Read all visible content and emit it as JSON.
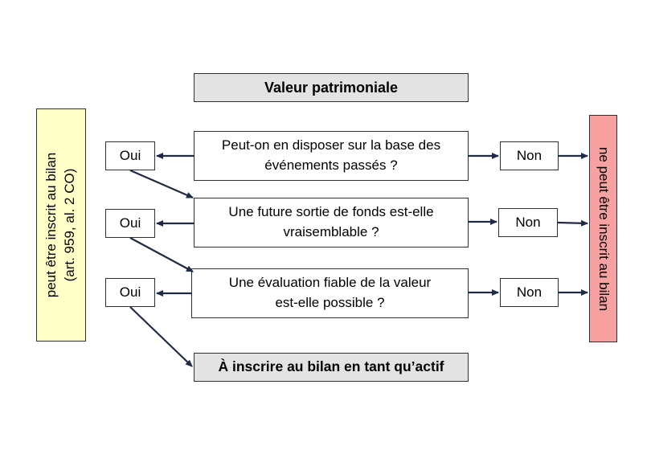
{
  "title": "Valeur patrimoniale",
  "left_panel": {
    "line1": "peut être inscrit au bilan",
    "line2": "(art. 959, al. 2 CO)"
  },
  "right_panel": {
    "text": "ne peut être inscrit au bilan"
  },
  "questions": [
    {
      "line1": "Peut-on en disposer sur la base des",
      "line2": "événements passés ?",
      "yes": "Oui",
      "no": "Non"
    },
    {
      "line1": "Une future sortie de fonds est-elle",
      "line2": "vraisemblable ?",
      "yes": "Oui",
      "no": "Non"
    },
    {
      "line1": "Une évaluation fiable de la valeur",
      "line2": "est-elle possible ?",
      "yes": "Oui",
      "no": "Non"
    }
  ],
  "result": "À inscrire au bilan en tant qu’actif",
  "colors": {
    "left_panel": "#ffffc7",
    "right_panel": "#f7a1a1",
    "title_fill": "#e3e3e3",
    "arrow": "#1f2a44"
  }
}
